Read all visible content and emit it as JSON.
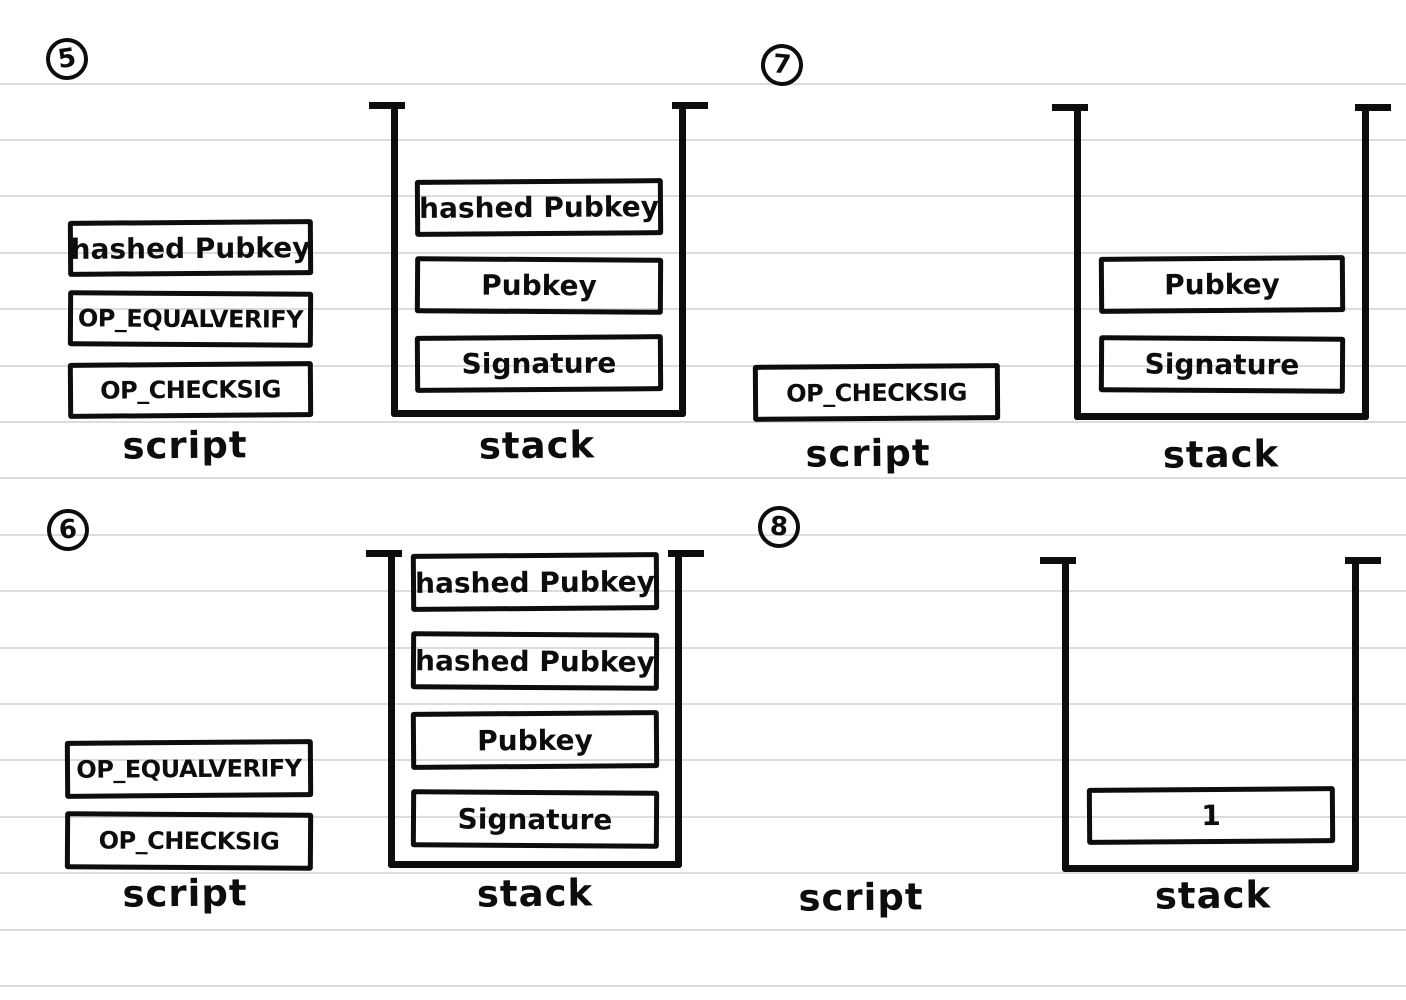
{
  "page": {
    "background_color": "#ffffff",
    "ruled_line_color": "#dcdcdc",
    "ink_color": "#0d0d0d"
  },
  "panels": [
    {
      "id": "step-5",
      "badge": "5",
      "script": {
        "label": "script",
        "items": [
          "hashed Pubkey",
          "OP_EQUALVERIFY",
          "OP_CHECKSIG"
        ]
      },
      "stack": {
        "label": "stack",
        "items": [
          "hashed Pubkey",
          "Pubkey",
          "Signature"
        ]
      }
    },
    {
      "id": "step-7",
      "badge": "7",
      "script": {
        "label": "script",
        "items": [
          "OP_CHECKSIG"
        ]
      },
      "stack": {
        "label": "stack",
        "items": [
          "Pubkey",
          "Signature"
        ]
      }
    },
    {
      "id": "step-6",
      "badge": "6",
      "script": {
        "label": "script",
        "items": [
          "OP_EQUALVERIFY",
          "OP_CHECKSIG"
        ]
      },
      "stack": {
        "label": "stack",
        "items": [
          "hashed Pubkey",
          "hashed Pubkey",
          "Pubkey",
          "Signature"
        ]
      }
    },
    {
      "id": "step-8",
      "badge": "8",
      "script": {
        "label": "script",
        "items": []
      },
      "stack": {
        "label": "stack",
        "items": [
          "1"
        ]
      }
    }
  ]
}
